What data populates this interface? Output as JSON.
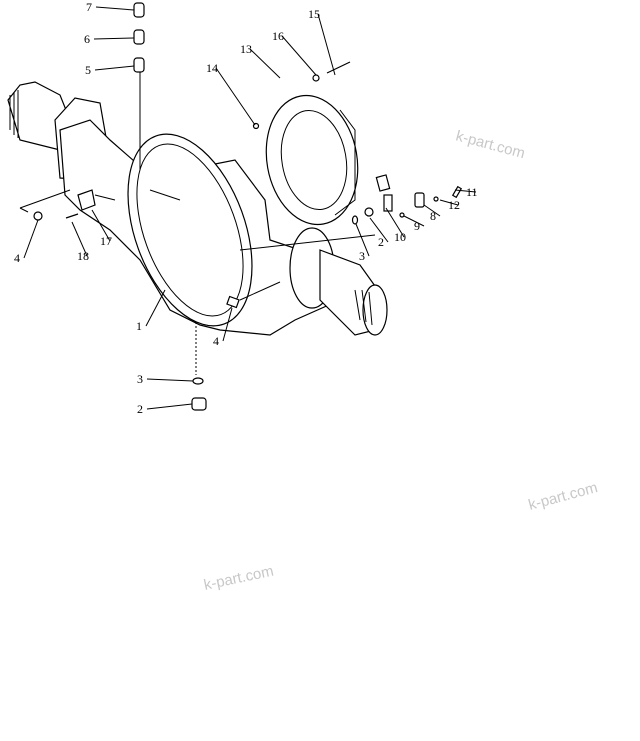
{
  "diagram": {
    "callouts": [
      "7",
      "6",
      "5",
      "15",
      "16",
      "13",
      "14",
      "11",
      "12",
      "8",
      "9",
      "10",
      "2",
      "3",
      "4",
      "18",
      "17",
      "1",
      "4",
      "3",
      "2"
    ]
  },
  "watermarks": [
    "k-part.com",
    "k-part.com",
    "k-part.com"
  ]
}
